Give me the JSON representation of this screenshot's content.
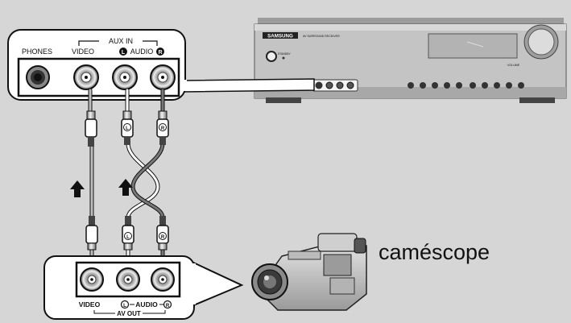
{
  "top_panel": {
    "aux_in_label": "AUX IN",
    "phones_label": "PHONES",
    "video_label": "VIDEO",
    "audio_label": "AUDIO",
    "left_badge": "L",
    "right_badge": "R"
  },
  "receiver": {
    "brand": "SAMSUNG",
    "model_text": "AV SURROUND RECEIVER",
    "volume_label": "VOLUME",
    "standby_label": "STANDBY"
  },
  "bottom_panel": {
    "video_label": "VIDEO",
    "audio_label": "AUDIO",
    "audio_left_badge": "L",
    "audio_right_badge": "R",
    "av_out_label": "AV OUT"
  },
  "plugs": {
    "left_letter": "L",
    "right_letter": "R"
  },
  "camcorder_label": "caméscope",
  "colors": {
    "background": "#d6d6d6",
    "panel_fill": "#ffffff",
    "device_gray": "#bdbdbd",
    "dark": "#111111"
  }
}
